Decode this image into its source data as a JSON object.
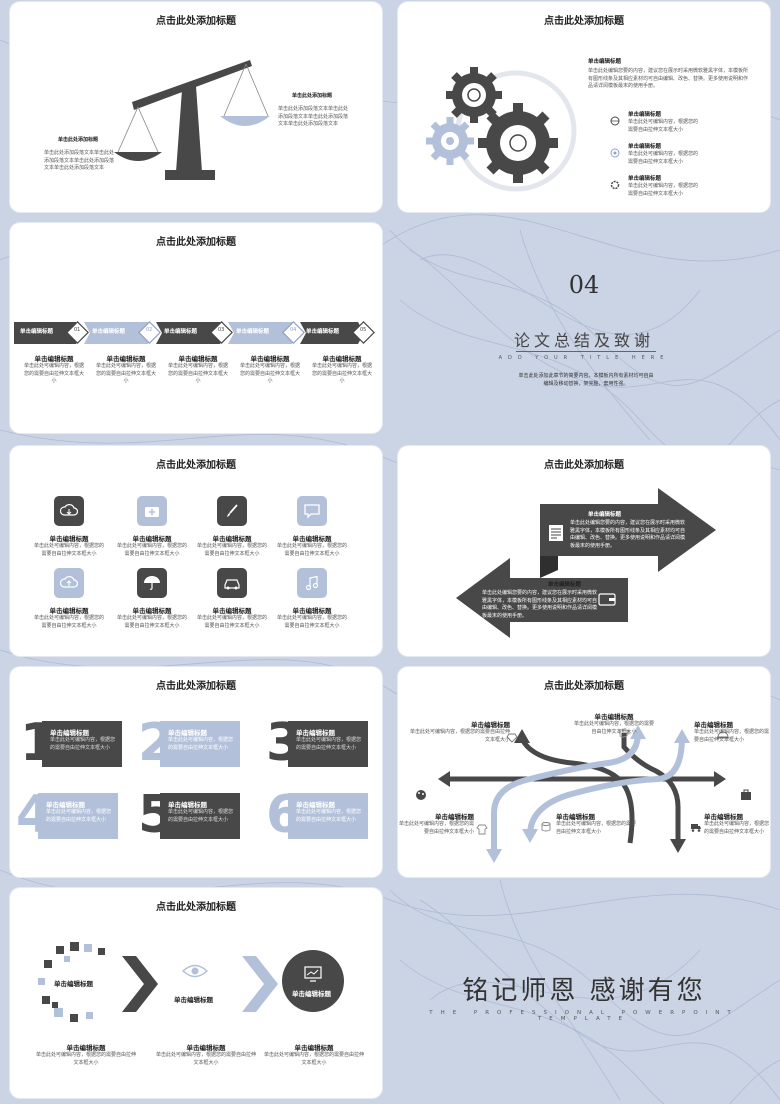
{
  "common": {
    "slide_title": "点击此处添加标题",
    "card_title": "单击编辑标题"
  },
  "s1": {
    "left_title": "单击此处添加标题",
    "left_body": "单击此处添加段落文本单击此处添加段落文本单击此处添加段落文本单击此处添加段落文本",
    "right_title": "单击此处添加标题",
    "right_body": "单击此处添加段落文本单击此处添加段落文本单击此处添加段落文本单击此处添加段落文本"
  },
  "s2": {
    "intro_title": "单击编辑标题",
    "intro_body": "单击此处编辑您要的内容，建议您在展示时采用微软雅黑字体，本模板所有图形线条及其相应素材均可自由编辑、改色、替换。更多使用说明和作品请详阅模板最末的使用手册。",
    "items": [
      {
        "title": "单击编辑标题",
        "body": "单击此处可编辑内容，根据您的需要自由拉伸文本框大小"
      },
      {
        "title": "单击编辑标题",
        "body": "单击此处可编辑内容，根据您的需要自由拉伸文本框大小"
      },
      {
        "title": "单击编辑标题",
        "body": "单击此处可编辑内容，根据您的需要自由拉伸文本框大小"
      }
    ]
  },
  "s3": {
    "steps": [
      {
        "label": "单击编辑标题",
        "num": "01",
        "title": "单击编辑标题",
        "body": "单击此处可编辑内容，根据您的需要自由拉伸文本框大小"
      },
      {
        "label": "单击编辑标题",
        "num": "02",
        "title": "单击编辑标题",
        "body": "单击此处可编辑内容，根据您的需要自由拉伸文本框大小"
      },
      {
        "label": "单击编辑标题",
        "num": "03",
        "title": "单击编辑标题",
        "body": "单击此处可编辑内容，根据您的需要自由拉伸文本框大小"
      },
      {
        "label": "单击编辑标题",
        "num": "04",
        "title": "单击编辑标题",
        "body": "单击此处可编辑内容，根据您的需要自由拉伸文本框大小"
      },
      {
        "label": "单击编辑标题",
        "num": "05",
        "title": "单击编辑标题",
        "body": "单击此处可编辑内容，根据您的需要自由拉伸文本框大小"
      }
    ]
  },
  "s4": {
    "number": "04",
    "heading": "论文总结及致谢",
    "subtitle": "ADD YOUR TITLE HERE",
    "body": "单击此处添加此章节的简要内容，本模板内所有素材均可自由编辑及移动替换，架完整，套用性强。"
  },
  "s5": {
    "items": [
      {
        "icon": "cloud-download-icon",
        "title": "单击编辑标题",
        "body": "单击此处可编辑内容，根据您的需要自由拉伸文本框大小"
      },
      {
        "icon": "first-aid-icon",
        "title": "单击编辑标题",
        "body": "单击此处可编辑内容，根据您的需要自由拉伸文本框大小"
      },
      {
        "icon": "brush-icon",
        "title": "单击编辑标题",
        "body": "单击此处可编辑内容，根据您的需要自由拉伸文本框大小"
      },
      {
        "icon": "chat-icon",
        "title": "单击编辑标题",
        "body": "单击此处可编辑内容，根据您的需要自由拉伸文本框大小"
      },
      {
        "icon": "cloud-upload-icon",
        "title": "单击编辑标题",
        "body": "单击此处可编辑内容，根据您的需要自由拉伸文本框大小"
      },
      {
        "icon": "umbrella-icon",
        "title": "单击编辑标题",
        "body": "单击此处可编辑内容，根据您的需要自由拉伸文本框大小"
      },
      {
        "icon": "car-icon",
        "title": "单击编辑标题",
        "body": "单击此处可编辑内容，根据您的需要自由拉伸文本框大小"
      },
      {
        "icon": "music-icon",
        "title": "单击编辑标题",
        "body": "单击此处可编辑内容，根据您的需要自由拉伸文本框大小"
      }
    ]
  },
  "s6": {
    "top": {
      "title": "单击编辑标题",
      "body": "单击此处编辑您要的内容，建议您在展示时采用微软雅黑字体，本模板所有图形线条及其相应素材均可自由编辑、改色、替换。更多使用说明和作品请详阅模板最末的使用手册。"
    },
    "bottom": {
      "title": "单击编辑标题",
      "body": "单击此处编辑您要的内容，建议您在展示时采用微软雅黑字体，本模板所有图形线条及其相应素材均可自由编辑、改色、替换。更多使用说明和作品请详阅模板最末的使用手册。"
    }
  },
  "s7": {
    "items": [
      {
        "num": "1",
        "title": "单击编辑标题",
        "body": "单击此处可编辑内容，根据您的需要自由拉伸文本框大小"
      },
      {
        "num": "2",
        "title": "单击编辑标题",
        "body": "单击此处可编辑内容，根据您的需要自由拉伸文本框大小"
      },
      {
        "num": "3",
        "title": "单击编辑标题",
        "body": "单击此处可编辑内容，根据您的需要自由拉伸文本框大小"
      },
      {
        "num": "4",
        "title": "单击编辑标题",
        "body": "单击此处可编辑内容，根据您的需要自由拉伸文本框大小"
      },
      {
        "num": "5",
        "title": "单击编辑标题",
        "body": "单击此处可编辑内容，根据您的需要自由拉伸文本框大小"
      },
      {
        "num": "6",
        "title": "单击编辑标题",
        "body": "单击此处可编辑内容，根据您的需要自由拉伸文本框大小"
      }
    ]
  },
  "s8": {
    "items": [
      {
        "title": "单击编辑标题",
        "body": "单击此处可编辑内容，根据您的需要自由拉伸文本框大小"
      },
      {
        "title": "单击编辑标题",
        "body": "单击此处可编辑内容，根据您的需要自由拉伸文本框大小"
      },
      {
        "title": "单击编辑标题",
        "body": "单击此处可编辑内容，根据您的需要自由拉伸文本框大小"
      },
      {
        "title": "单击编辑标题",
        "body": "单击此处可编辑内容，根据您的需要自由拉伸文本框大小"
      },
      {
        "title": "单击编辑标题",
        "body": "单击此处可编辑内容，根据您的需要自由拉伸文本框大小"
      },
      {
        "title": "单击编辑标题",
        "body": "单击此处可编辑内容，根据您的需要自由拉伸文本框大小"
      }
    ]
  },
  "s9": {
    "labels": [
      "单击编辑标题",
      "单击编辑标题",
      "单击编辑标题"
    ],
    "items": [
      {
        "title": "单击编辑标题",
        "body": "单击此处可编辑内容，根据您的需要自由拉伸文本框大小"
      },
      {
        "title": "单击编辑标题",
        "body": "单击此处可编辑内容，根据您的需要自由拉伸文本框大小"
      },
      {
        "title": "单击编辑标题",
        "body": "单击此处可编辑内容，根据您的需要自由拉伸文本框大小"
      }
    ]
  },
  "s10": {
    "heading": "铭记师恩 感谢有您",
    "subtitle": "THE PROFESSIONAL POWERPOINT TEMPLATE"
  },
  "colors": {
    "dark": "#484848",
    "blue": "#b2c0da",
    "bg": "#c9d3e3"
  }
}
